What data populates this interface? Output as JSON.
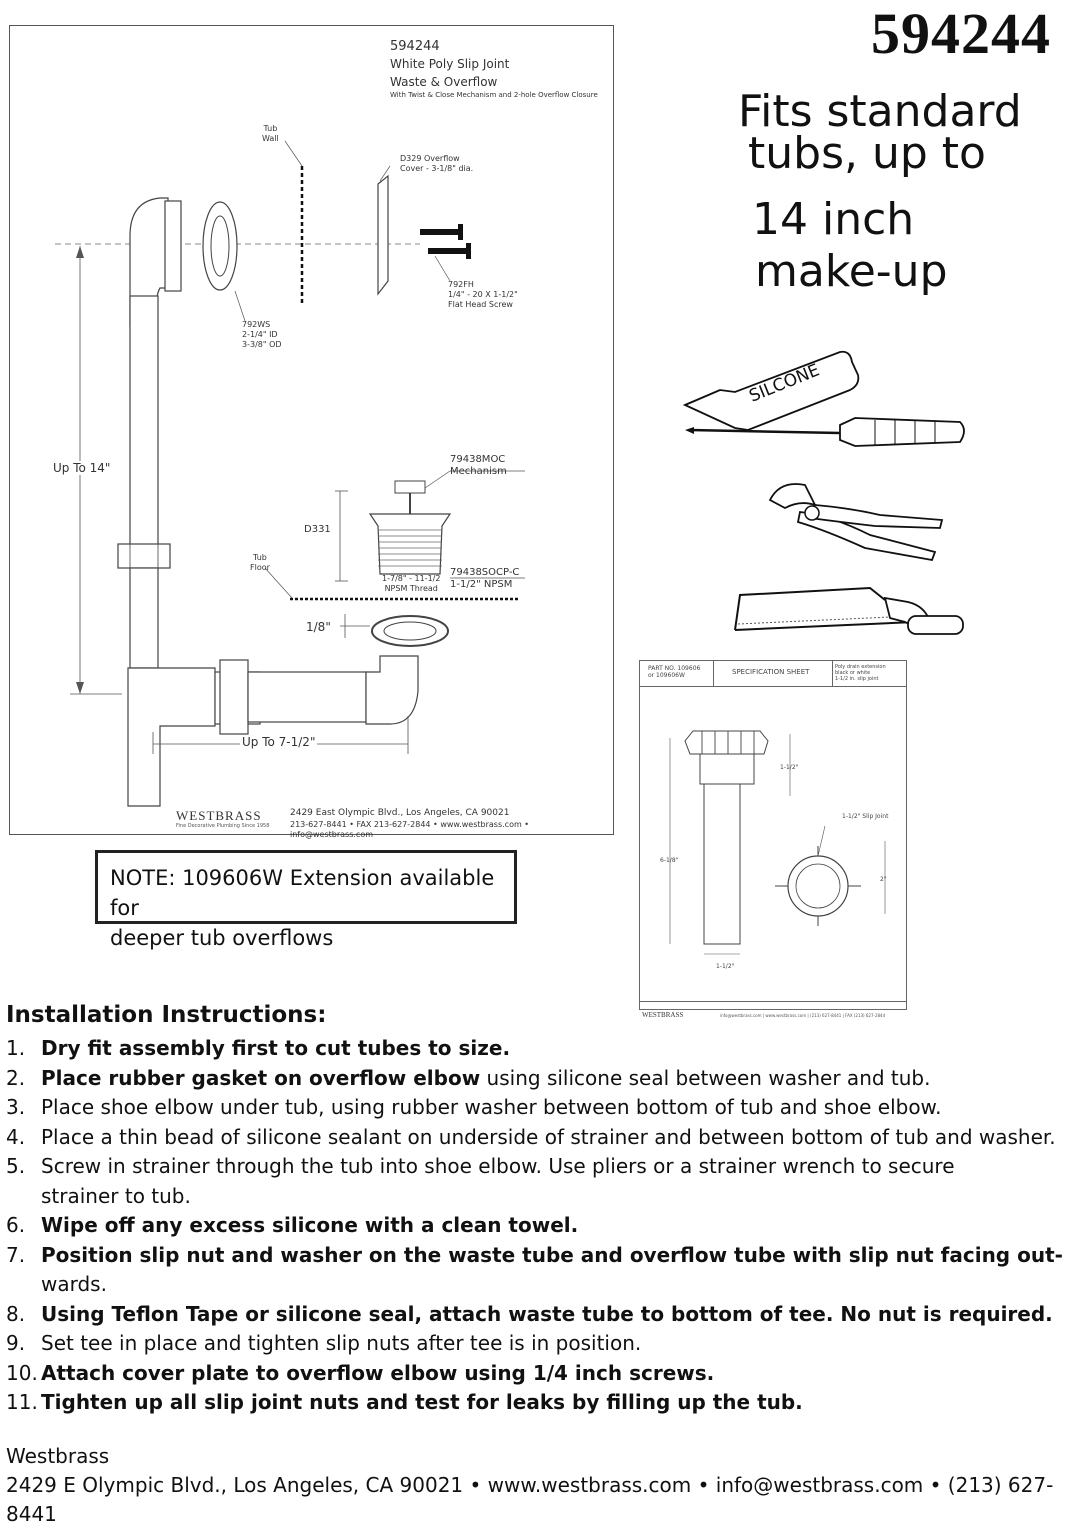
{
  "part_number": "594244",
  "fits": {
    "line1": "Fits standard",
    "line2": "tubs, up to",
    "line3": "14 inch",
    "line4": "make-up"
  },
  "diagram": {
    "part_number": "594244",
    "title_line1": "White Poly Slip Joint",
    "title_line2": "Waste & Overflow",
    "subtitle": "With Twist & Close Mechanism and 2-hole Overflow Closure",
    "tub_wall": [
      "Tub",
      "Wall"
    ],
    "overflow_cover": [
      "D329 Overflow",
      "Cover - 3-1/8\" dia."
    ],
    "screw": [
      "792FH",
      "1/4\" - 20 X 1-1/2\"",
      "Flat Head Screw"
    ],
    "washer": [
      "792WS",
      "2-1/4\" ID",
      "3-3/8\" OD"
    ],
    "up_to_14": "Up To 14\"",
    "mechanism": [
      "79438MOC",
      "Mechanism"
    ],
    "d331": "D331",
    "tub_floor": [
      "Tub",
      "Floor"
    ],
    "thread": [
      "1-7/8\" - 11-1/2",
      "NPSM Thread"
    ],
    "strainer": [
      "79438SOCP-C",
      "1-1/2\" NPSM"
    ],
    "eighth": "1/8\"",
    "up_to_7": "Up To 7-1/2\"",
    "brand": "WESTBRASS",
    "brand_tag": "Fine Decorative Plumbing Since 1958",
    "address_line1": "2429 East Olympic Blvd., Los Angeles, CA 90021",
    "address_line2": "213-627-8441 • FAX 213-627-2844 • www.westbrass.com • info@westbrass.com"
  },
  "tools": {
    "silicone_label": "SILCONE"
  },
  "note": {
    "line1": "NOTE: 109606W Extension available for",
    "line2": "deeper tub overflows"
  },
  "spec_sheet": {
    "part_no": [
      "PART NO. 109606",
      "or 109606W"
    ],
    "title": "SPECIFICATION SHEET",
    "desc": [
      "Poly drain extension",
      "black or white",
      "1-1/2 in. slip joint"
    ],
    "dim_top": "1-1/2\"",
    "dim_height": "6-1/8\"",
    "dim_bottom": "1-1/2\"",
    "slip_joint": "1-1/2\" Slip Joint",
    "dim_side": "2\"",
    "brand": "WESTBRASS",
    "footer": "info@westbrass.com | www.westbrass.com | (213) 627-8441 | FAX (213) 627-2844"
  },
  "instructions": {
    "title": "Installation Instructions:",
    "steps": [
      {
        "num": "1.",
        "bold": "Dry fit assembly first to cut tubes to size.",
        "rest": ""
      },
      {
        "num": "2.",
        "bold": "Place rubber gasket on overflow elbow",
        "rest": " using silicone seal between washer and tub."
      },
      {
        "num": "3.",
        "bold": "",
        "rest": "Place shoe elbow under tub, using rubber washer between bottom of tub and shoe elbow."
      },
      {
        "num": "4.",
        "bold": "",
        "rest": "Place a thin bead of silicone sealant on underside of strainer and between bottom of tub and washer."
      },
      {
        "num": "5.",
        "bold": "",
        "rest": "Screw in strainer through the tub into shoe elbow. Use pliers or a strainer wrench to secure"
      },
      {
        "num": "",
        "bold": "",
        "rest": "strainer to tub."
      },
      {
        "num": "6.",
        "bold": "Wipe off any excess silicone with a clean towel.",
        "rest": ""
      },
      {
        "num": "7.",
        "bold": "Position slip nut and washer on the waste tube and overflow tube with slip nut facing out-",
        "rest": ""
      },
      {
        "num": "",
        "bold": "",
        "rest": "wards."
      },
      {
        "num": "8.",
        "bold": "Using Teflon Tape or silicone seal, attach waste tube to bottom of tee. No nut is required.",
        "rest": ""
      },
      {
        "num": "9.",
        "bold": "",
        "rest": "Set tee in place and tighten slip nuts after tee is in position."
      },
      {
        "num": "10.",
        "bold": "Attach cover plate to overflow elbow using 1/4 inch screws.",
        "rest": ""
      },
      {
        "num": "11.",
        "bold": "Tighten up all slip joint nuts and test for leaks by filling up the tub.",
        "rest": ""
      }
    ]
  },
  "footer": {
    "company": "Westbrass",
    "address": "2429 E Olympic Blvd., Los Angeles, CA 90021 • www.westbrass.com • info@westbrass.com • (213) 627-8441"
  }
}
